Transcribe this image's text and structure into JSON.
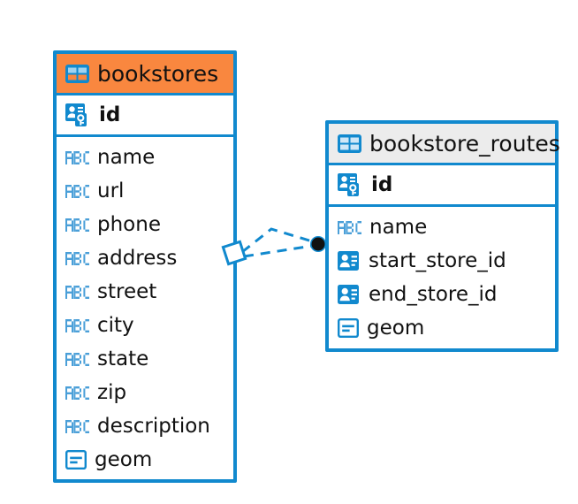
{
  "diagram": {
    "type": "entity-relationship",
    "background": "#ffffff",
    "accent_color": "#1189ce",
    "header_accent_color": "#f9873f",
    "header_neutral_color": "#ececec",
    "text_color": "#111111"
  },
  "tables": [
    {
      "name": "bookstores",
      "header_style": "accent",
      "primary_key": {
        "label": "id",
        "icon": "primary-key-icon"
      },
      "fields": [
        {
          "label": "name",
          "icon": "text-abc-icon"
        },
        {
          "label": "url",
          "icon": "text-abc-icon"
        },
        {
          "label": "phone",
          "icon": "text-abc-icon"
        },
        {
          "label": "address",
          "icon": "text-abc-icon"
        },
        {
          "label": "street",
          "icon": "text-abc-icon"
        },
        {
          "label": "city",
          "icon": "text-abc-icon"
        },
        {
          "label": "state",
          "icon": "text-abc-icon"
        },
        {
          "label": "zip",
          "icon": "text-abc-icon"
        },
        {
          "label": "description",
          "icon": "text-abc-icon"
        },
        {
          "label": "geom",
          "icon": "geometry-icon"
        }
      ]
    },
    {
      "name": "bookstore_routes",
      "header_style": "neutral",
      "primary_key": {
        "label": "id",
        "icon": "primary-key-icon"
      },
      "fields": [
        {
          "label": "name",
          "icon": "text-abc-icon"
        },
        {
          "label": "start_store_id",
          "icon": "foreign-key-icon"
        },
        {
          "label": "end_store_id",
          "icon": "foreign-key-icon"
        },
        {
          "label": "geom",
          "icon": "geometry-icon"
        }
      ]
    }
  ],
  "relationship": {
    "from_table": "bookstores",
    "to_table": "bookstore_routes",
    "from_marker": "diamond-open",
    "to_marker": "circle-filled",
    "line_style": "dashed",
    "line_color": "#1189ce"
  }
}
